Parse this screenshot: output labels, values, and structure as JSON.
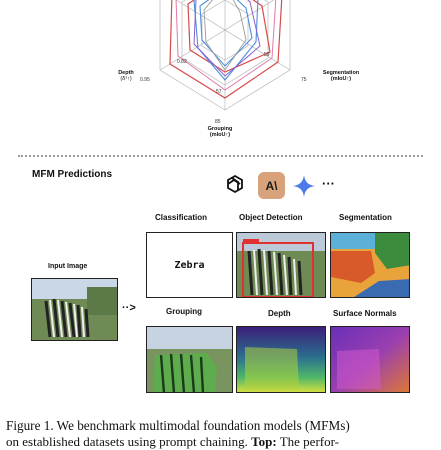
{
  "radar": {
    "depth_label": "Depth",
    "depth_unit": "(δ¹↑)",
    "depth_tick": "0.95",
    "segmentation_label": "Segmentation",
    "segmentation_unit": "(mIoU↑)",
    "segmentation_tick": "75",
    "grouping_label": "Grouping",
    "grouping_unit": "(mIoU↑)",
    "grouping_tick": "85",
    "inner_tick_a": "0.82",
    "inner_tick_b": "59",
    "inner_tick_c": "57"
  },
  "predictions": {
    "title": "MFM Predictions",
    "more": "···",
    "anthropic_glyph": "A\\",
    "tasks": {
      "classification": "Classification",
      "object_detection": "Object Detection",
      "segmentation": "Segmentation",
      "grouping": "Grouping",
      "depth": "Depth",
      "surface_normals": "Surface Normals"
    },
    "input_image_label": "Input Image",
    "arrow": "··>",
    "classification_result": "Zebra"
  },
  "caption": {
    "line1": "Figure 1. We benchmark multimodal foundation models (MFMs)",
    "line2_start": "on established datasets using prompt chaining.",
    "line2_bold": "Top:",
    "line2_end": "The perfor-"
  },
  "colors": {
    "radar_red": "#d94a4a",
    "radar_blue": "#4a8fe0",
    "radar_purple": "#8a5fd0",
    "radar_pink": "#e07aa8",
    "radar_grey": "#9a9a9a",
    "anthropic_bg": "#d8a27a",
    "gemini_blue": "#4a7be8"
  }
}
